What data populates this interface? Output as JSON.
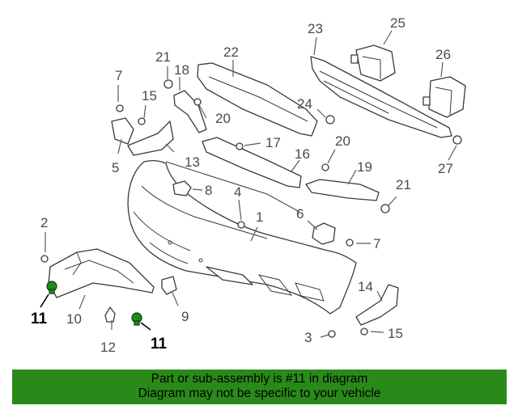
{
  "highlight_color": "#1f8a1f",
  "banner_color": "#2a8a19",
  "callouts": {
    "c1": "1",
    "c2": "2",
    "c3": "3",
    "c4": "4",
    "c5": "5",
    "c6": "6",
    "c7a": "7",
    "c7b": "7",
    "c8": "8",
    "c9": "9",
    "c10": "10",
    "c11a": "11",
    "c11b": "11",
    "c12": "12",
    "c13": "13",
    "c14": "14",
    "c15a": "15",
    "c15b": "15",
    "c16": "16",
    "c17": "17",
    "c18": "18",
    "c19": "19",
    "c20a": "20",
    "c20b": "20",
    "c21a": "21",
    "c21b": "21",
    "c22": "22",
    "c23": "23",
    "c24": "24",
    "c25": "25",
    "c26": "26",
    "c27": "27"
  },
  "banner": {
    "line1": "Part or sub-assembly is #11 in diagram",
    "line2": "Diagram may not be specific to your vehicle"
  }
}
